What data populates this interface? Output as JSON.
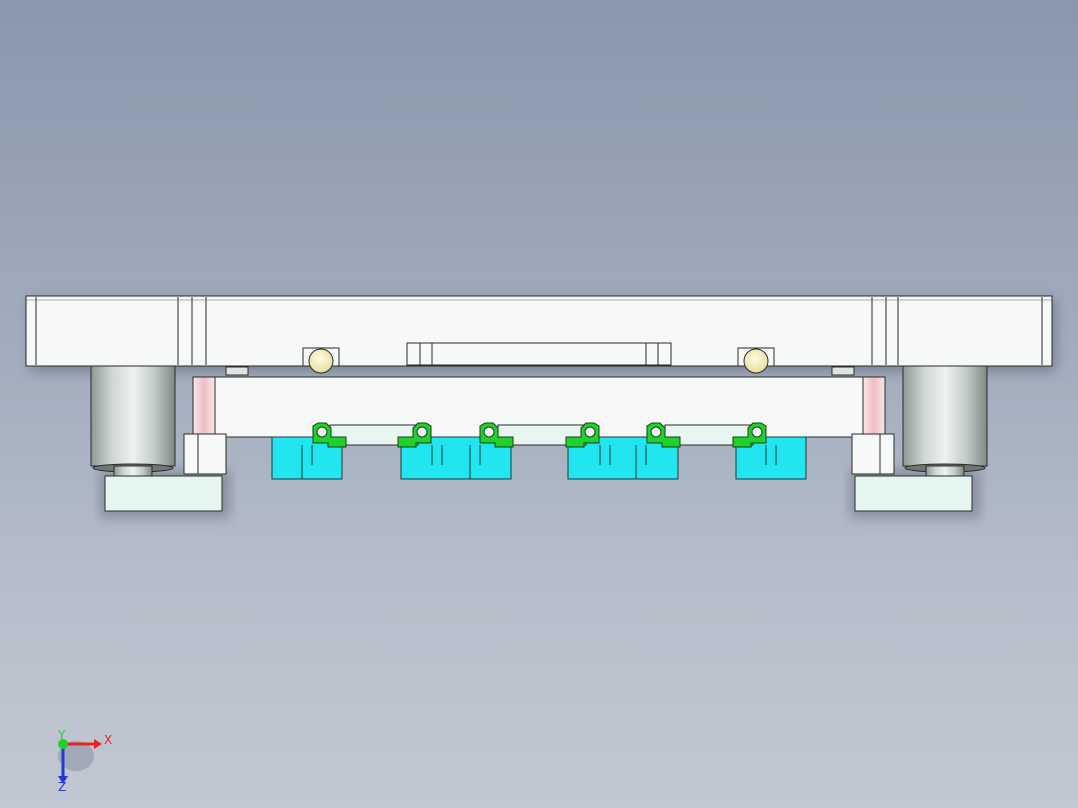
{
  "window": {
    "type": "cad-3d-viewport",
    "background_top": "#8a97ab",
    "background_bottom": "#c2c8d2"
  },
  "model": {
    "colors": {
      "plate": "#f7f9f8",
      "plate_edge": "#2a2a2a",
      "tool_body": "#edf5f2",
      "cylinder_light": "#eef3f0",
      "cylinder_dark": "#8f9893",
      "dowel": "#f3efc2",
      "pink_insert": "#f2c9cf",
      "cyan_block": "#22e6ef",
      "green_clamp": "#1fd12b",
      "foot_pad": "#e5f5ef"
    },
    "counts": {
      "clamps": 6,
      "cyan_blocks": 4,
      "guide_posts": 2,
      "dowels": 2
    }
  },
  "triad": {
    "x_label": "X",
    "y_label": "Y",
    "z_label": "Z",
    "x_color": "#e82222",
    "y_color": "#1fd12b",
    "z_color": "#2438d8"
  }
}
